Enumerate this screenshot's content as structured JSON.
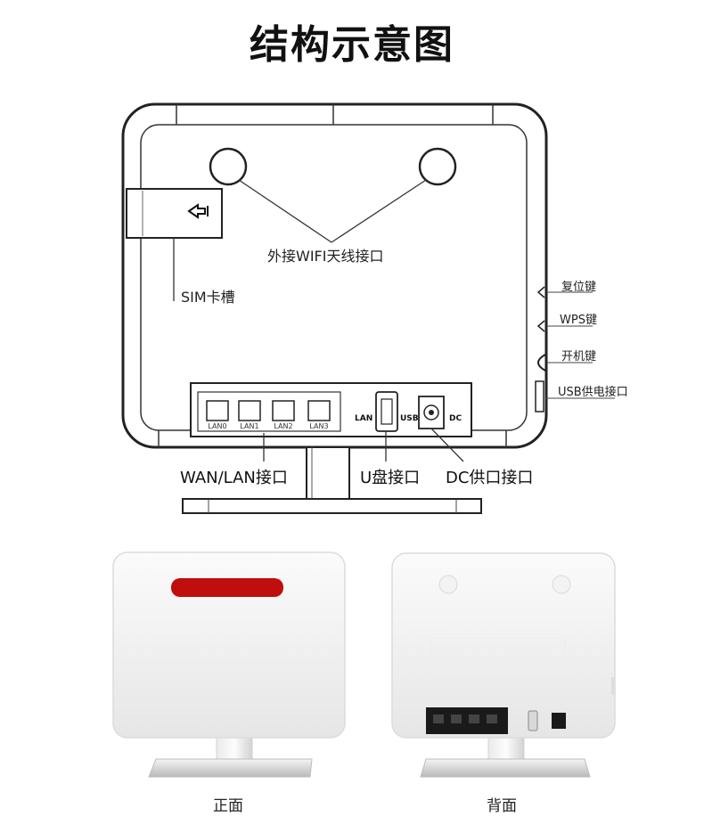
{
  "title": "结构示意图",
  "labels": {
    "antenna": "外接WIFI天线接口",
    "sim": "SIM卡槽",
    "reset": "复位键",
    "wps": "WPS键",
    "power": "开机键",
    "usb_power": "USB供电接口",
    "wan_lan": "WAN/LAN接口",
    "u_disk": "U盘接口",
    "dc": "DC供口接口"
  },
  "ports": {
    "lan": [
      "LAN0",
      "LAN1",
      "LAN2",
      "LAN3"
    ],
    "lan_side": "LAN",
    "usb": "USB",
    "dc": "DC"
  },
  "photos": {
    "front_caption": "正面",
    "back_caption": "背面",
    "front_stripe_color": "#c00d0d"
  }
}
